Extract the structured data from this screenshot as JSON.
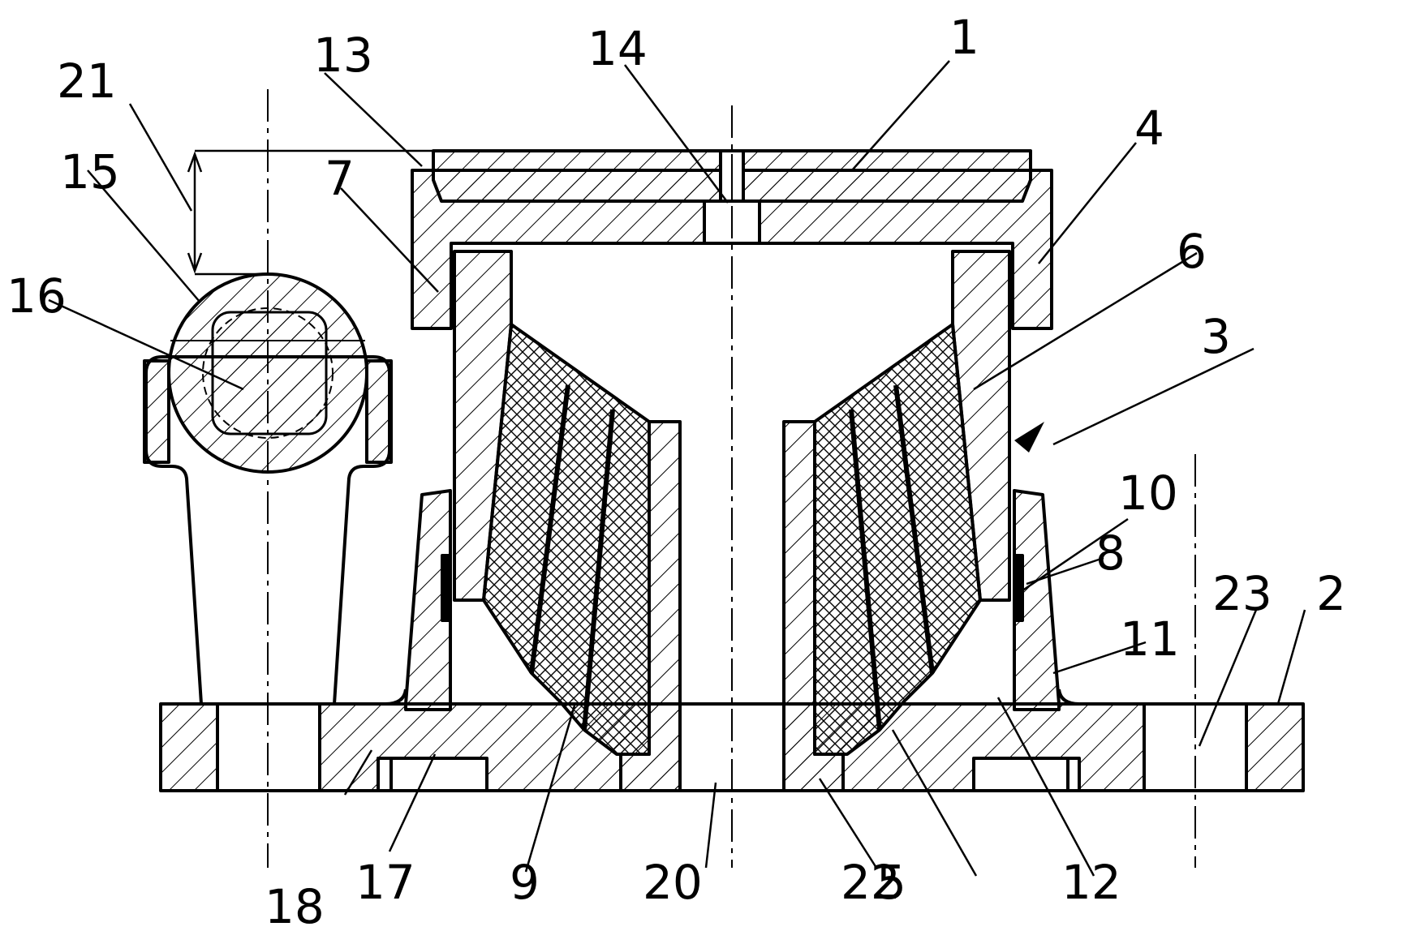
{
  "labels": {
    "l1": "1",
    "l2": "2",
    "l3": "3",
    "l4": "4",
    "l5": "5",
    "l6": "6",
    "l7": "7",
    "l8": "8",
    "l9": "9",
    "l10": "10",
    "l11": "11",
    "l12": "12",
    "l13": "13",
    "l14": "14",
    "l15": "15",
    "l16": "16",
    "l17": "17",
    "l18": "18",
    "l20": "20",
    "l21": "21",
    "l22": "22",
    "l23": "23"
  },
  "colors": {
    "line": "#000000",
    "background": "#ffffff",
    "hatch": "#000000"
  }
}
